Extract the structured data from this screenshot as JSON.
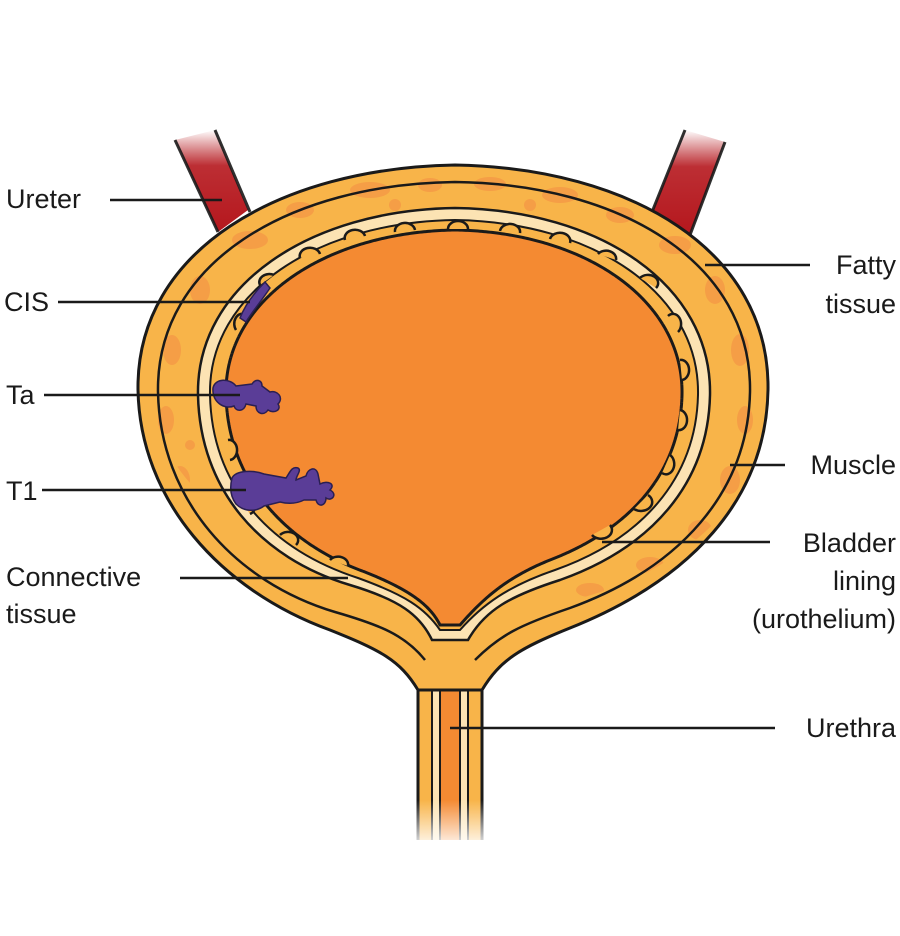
{
  "diagram": {
    "labels": {
      "ureter": "Ureter",
      "cis": "CIS",
      "ta": "Ta",
      "t1": "T1",
      "connective_line1": "Connective",
      "connective_line2": "tissue",
      "fatty_line1": "Fatty",
      "fatty_line2": "tissue",
      "muscle": "Muscle",
      "bladder_line1": "Bladder",
      "bladder_line2": "lining",
      "bladder_line3": "(urothelium)",
      "urethra": "Urethra"
    },
    "colors": {
      "fat": "#f8b449",
      "fat_blob": "#f59e46",
      "inner_cavity": "#f48a32",
      "lining_band": "#fce3b3",
      "ureter": "#b5171d",
      "tumour": "#5a3d97",
      "outline": "#1a1a1a"
    }
  }
}
